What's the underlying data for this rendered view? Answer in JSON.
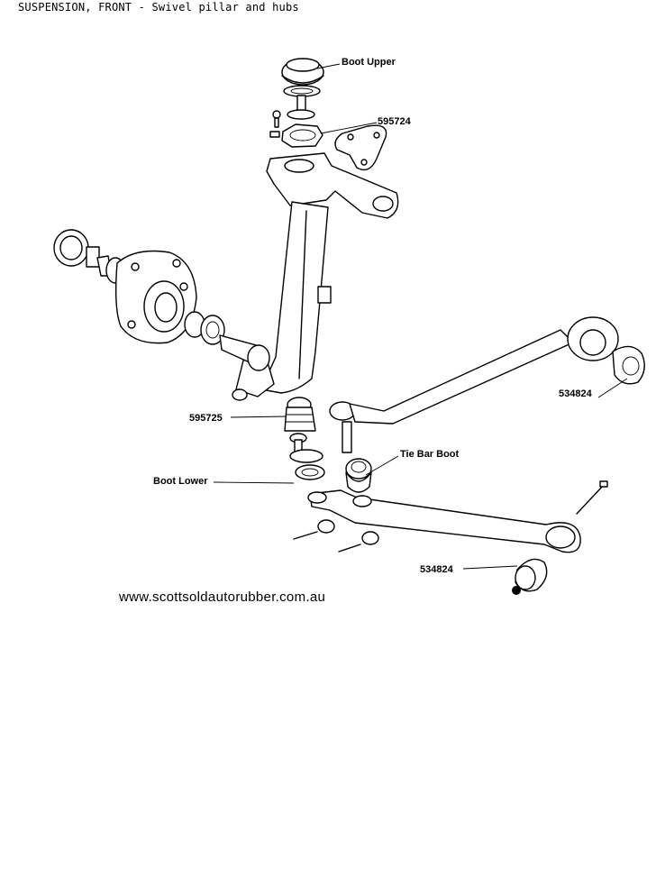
{
  "title": "SUSPENSION, FRONT - Swivel pillar and hubs",
  "labels": {
    "boot_upper": "Boot Upper",
    "part_595724": "595724",
    "part_595725": "595725",
    "boot_lower": "Boot Lower",
    "tie_bar_boot": "Tie Bar Boot",
    "part_534824_upper": "534824",
    "part_534824_lower": "534824"
  },
  "website": "www.scottsoldautorubber.com.au"
}
